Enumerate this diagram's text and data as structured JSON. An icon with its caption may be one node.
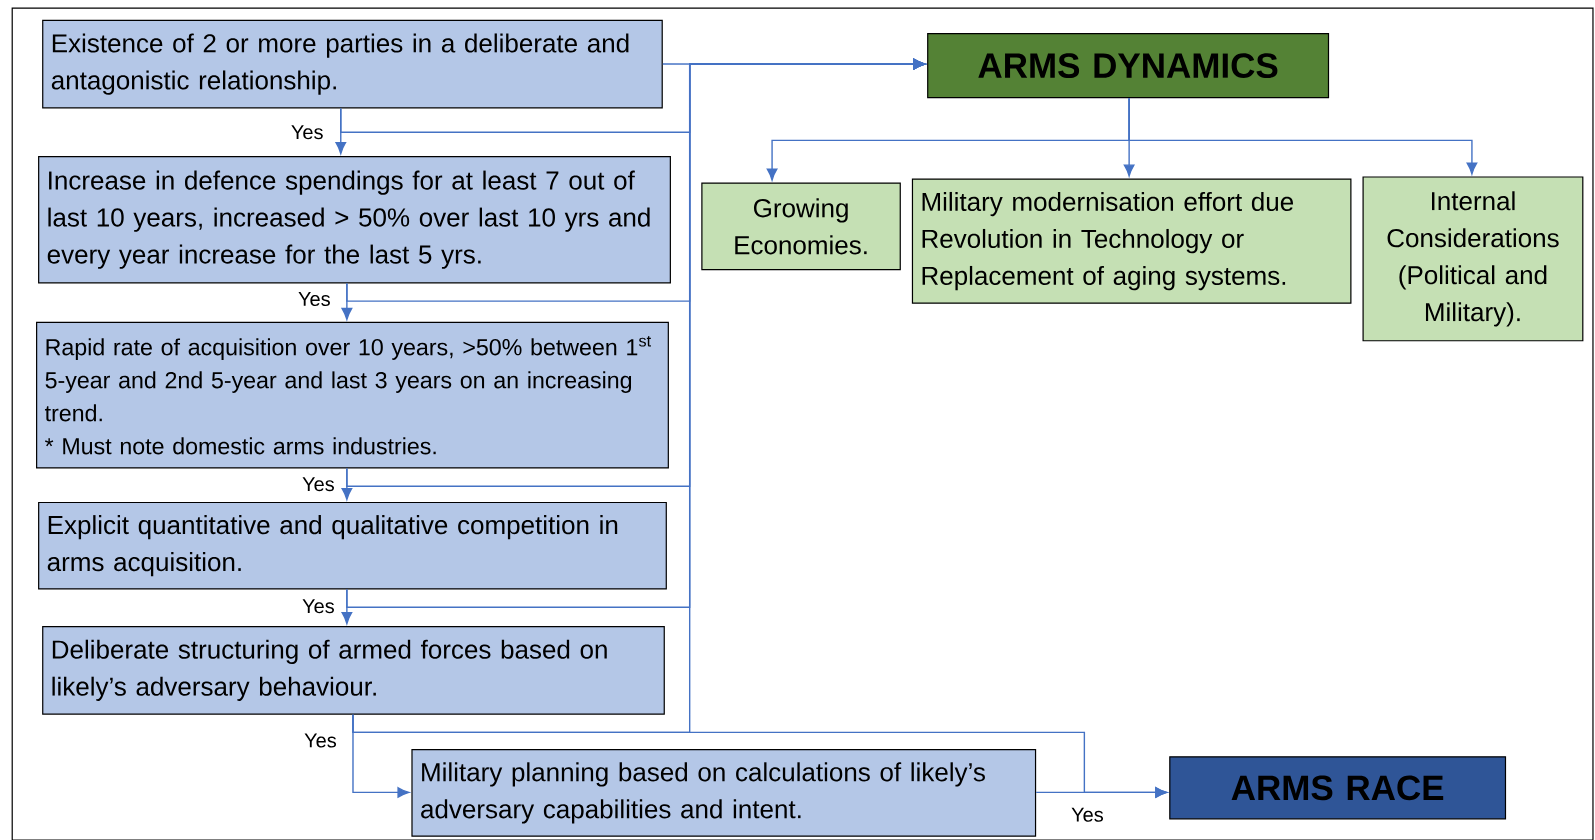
{
  "diagram": {
    "nodes": [
      {
        "text": [
          "Existence of 2 or more parties in a deliberate and antagonistic relationship."
        ]
      },
      {
        "text": [
          "Increase in defence spendings for at least 7 out of last 10 years, increased > 50% over last 10 yrs and every year increase for the last 5 yrs."
        ]
      },
      {
        "text": [
          "Rapid rate of acquisition over 10 years, >50% between 1$^{st}$ 5-year and 2nd 5-year and last 3 years on an increasing trend.",
          "* Must note domestic arms industries."
        ]
      },
      {
        "text": [
          "Explicit quantitative and qualitative competition in arms acquisition."
        ]
      },
      {
        "text": [
          "Deliberate structuring of armed forces based on likely’s adversary behaviour."
        ]
      },
      {
        "text": [
          "Military planning based on calculations of likely’s adversary capabilities and intent."
        ]
      },
      {
        "text": [
          "ARMS DYNAMICS"
        ]
      },
      {
        "text": [
          "Growing Economies."
        ]
      },
      {
        "text": [
          "Military modernisation effort due Revolution in Technology or Replacement of aging systems."
        ]
      },
      {
        "text": [
          "Internal Considerations (Political and Military)."
        ]
      },
      {
        "text": [
          "ARMS RACE"
        ]
      }
    ],
    "edges": [
      {
        "from": 0,
        "to": 1,
        "arrow": "to",
        "label": "Yes"
      },
      {
        "from": 1,
        "to": 2,
        "arrow": "to",
        "label": "Yes"
      },
      {
        "from": 2,
        "to": 3,
        "arrow": "to",
        "label": "Yes"
      },
      {
        "from": 3,
        "to": 4,
        "arrow": "to",
        "label": "Yes"
      },
      {
        "from": 4,
        "to": 5,
        "arrow": "to",
        "label": "Yes"
      },
      {
        "from": 5,
        "to": 10,
        "arrow": "to",
        "label": "Yes"
      },
      {
        "from": 0,
        "to": 6,
        "arrow": "to"
      },
      {
        "from": 0,
        "to": 6,
        "arrow": "to"
      },
      {
        "from": 1,
        "to": 6,
        "arrow": "to"
      },
      {
        "from": 2,
        "to": 6,
        "arrow": "to"
      },
      {
        "from": 3,
        "to": 6,
        "arrow": "to"
      },
      {
        "from": 4,
        "to": 6,
        "arrow": "to"
      },
      {
        "from": 4,
        "to": 10,
        "arrow": "to"
      },
      {
        "from": 6,
        "to": 7,
        "arrow": "to"
      },
      {
        "from": 6,
        "to": 8,
        "arrow": "to"
      },
      {
        "from": 6,
        "to": 9,
        "arrow": "to"
      }
    ]
  }
}
